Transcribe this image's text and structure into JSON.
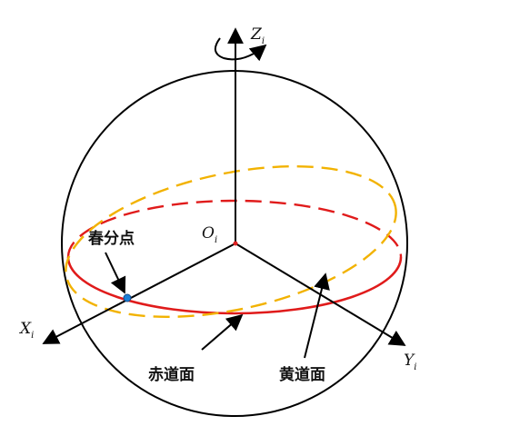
{
  "axes": {
    "z": {
      "main": "Z",
      "sub": "i"
    },
    "x": {
      "main": "X",
      "sub": "i"
    },
    "y": {
      "main": "Y",
      "sub": "i"
    },
    "origin": {
      "main": "O",
      "sub": "i"
    }
  },
  "labels": {
    "vernal_equinox": "春分点",
    "equatorial_plane": "赤道面",
    "ecliptic_plane": "黄道面"
  },
  "colors": {
    "equator": "#e01b1b",
    "ecliptic": "#f2b200",
    "sphere": "#000000",
    "equinox_point": "#1a7fd6"
  }
}
